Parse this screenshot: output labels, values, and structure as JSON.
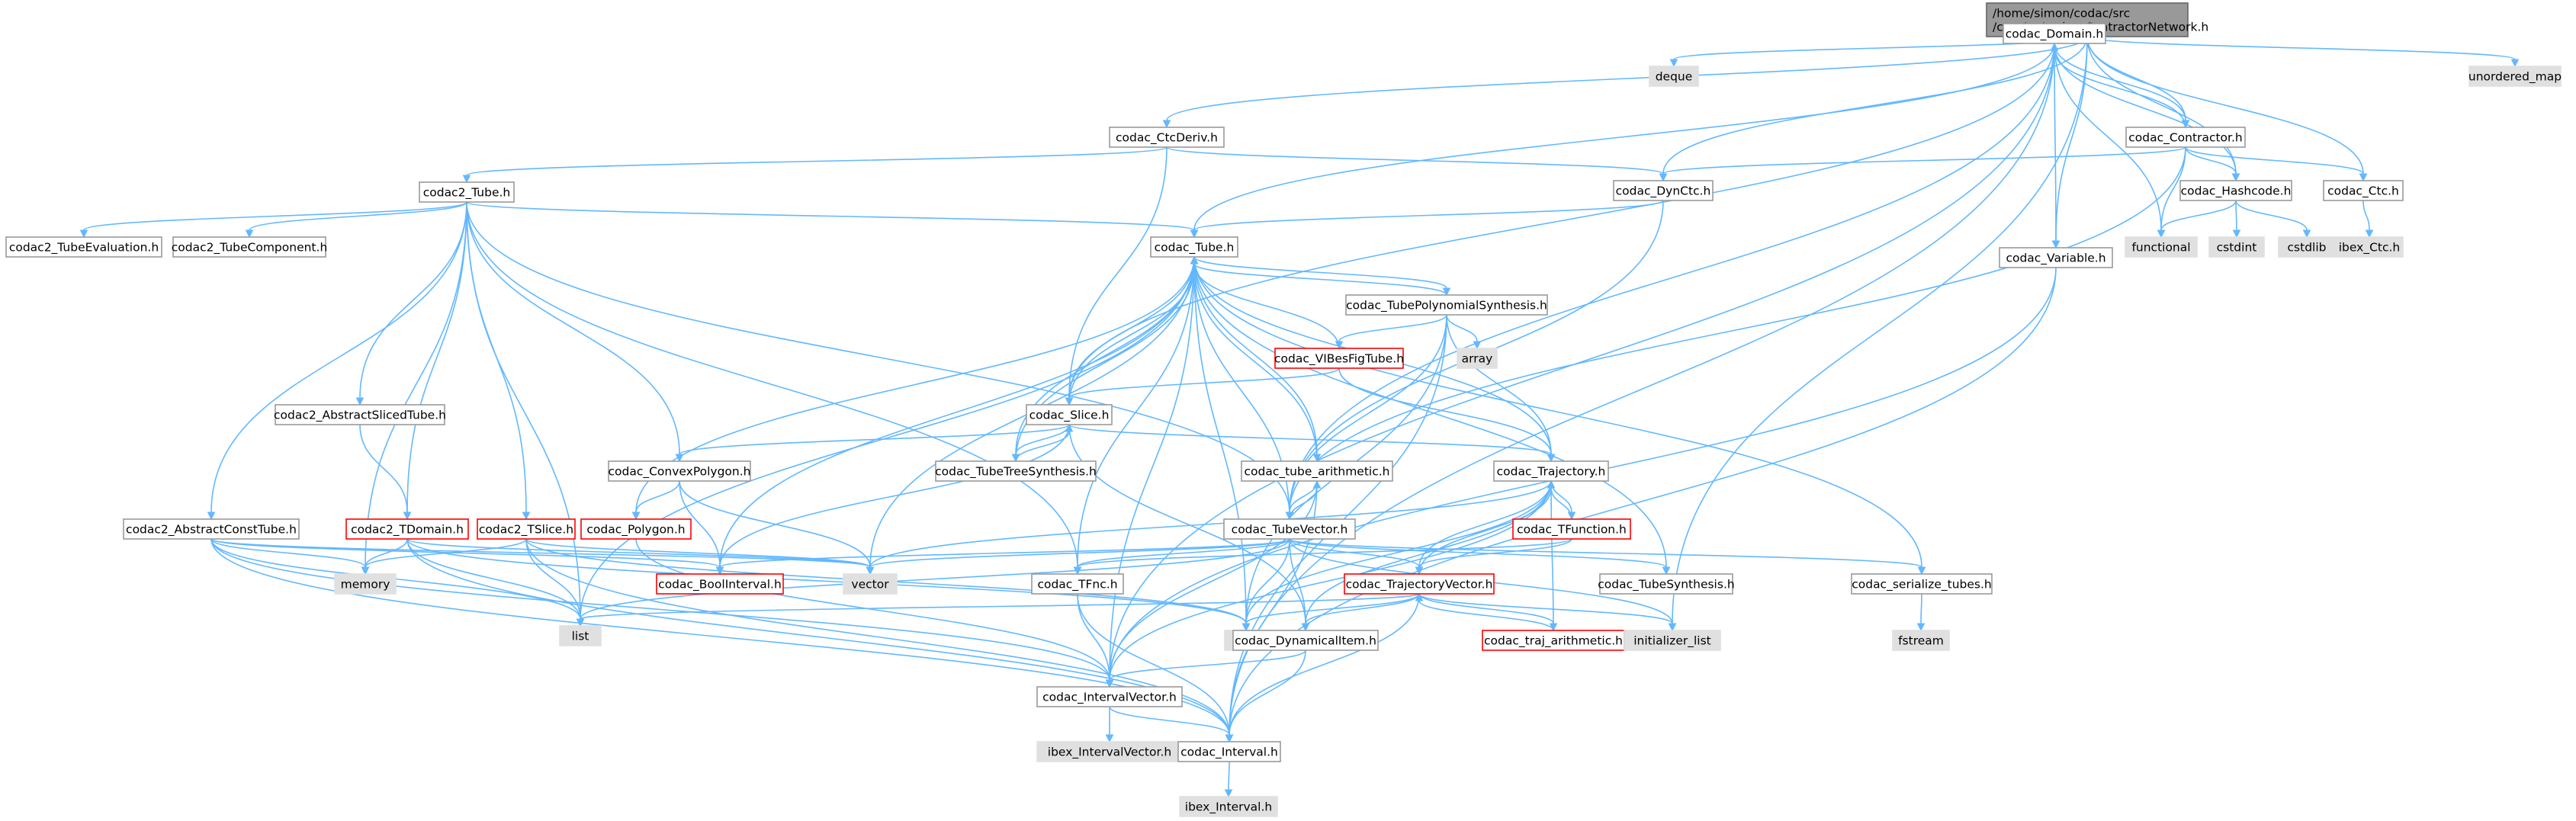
{
  "colors": {
    "node_fill": "#ffffff",
    "node_border": "#999999",
    "root_fill": "#999999",
    "root_border": "#666666",
    "external_fill": "#e0e0e0",
    "external_border": "#e0e0e0",
    "highlight_border": "#ff0000",
    "edge": "#63b8ff"
  },
  "nodes": [
    {
      "id": "root",
      "lines": [
        "/home/simon/codac/src",
        "/core/cn/codac_ContractorNetwork.h"
      ],
      "kind": "root"
    },
    {
      "id": "deque",
      "lines": [
        "deque"
      ],
      "kind": "external"
    },
    {
      "id": "unordered_map",
      "lines": [
        "unordered_map"
      ],
      "kind": "external"
    },
    {
      "id": "domain",
      "lines": [
        "codac_Domain.h"
      ],
      "kind": "normal"
    },
    {
      "id": "ctcderiv",
      "lines": [
        "codac_CtcDeriv.h"
      ],
      "kind": "normal"
    },
    {
      "id": "contractor",
      "lines": [
        "codac_Contractor.h"
      ],
      "kind": "normal"
    },
    {
      "id": "dynctc",
      "lines": [
        "codac_DynCtc.h"
      ],
      "kind": "normal"
    },
    {
      "id": "hashcode",
      "lines": [
        "codac_Hashcode.h"
      ],
      "kind": "normal"
    },
    {
      "id": "ctc",
      "lines": [
        "codac_Ctc.h"
      ],
      "kind": "normal"
    },
    {
      "id": "tube2",
      "lines": [
        "codac2_Tube.h"
      ],
      "kind": "normal"
    },
    {
      "id": "tubeeval",
      "lines": [
        "codac2_TubeEvaluation.h"
      ],
      "kind": "normal"
    },
    {
      "id": "tubecomp",
      "lines": [
        "codac2_TubeComponent.h"
      ],
      "kind": "normal"
    },
    {
      "id": "tube",
      "lines": [
        "codac_Tube.h"
      ],
      "kind": "normal"
    },
    {
      "id": "functional",
      "lines": [
        "functional"
      ],
      "kind": "external"
    },
    {
      "id": "cstdint",
      "lines": [
        "cstdint"
      ],
      "kind": "external"
    },
    {
      "id": "cstdlib",
      "lines": [
        "cstdlib"
      ],
      "kind": "external"
    },
    {
      "id": "ibexctc",
      "lines": [
        "ibex_Ctc.h"
      ],
      "kind": "external"
    },
    {
      "id": "variable",
      "lines": [
        "codac_Variable.h"
      ],
      "kind": "normal"
    },
    {
      "id": "tubepoly",
      "lines": [
        "codac_TubePolynomialSynthesis.h"
      ],
      "kind": "normal"
    },
    {
      "id": "array",
      "lines": [
        "array"
      ],
      "kind": "external"
    },
    {
      "id": "vibes",
      "lines": [
        "codac_VIBesFigTube.h"
      ],
      "kind": "highlight"
    },
    {
      "id": "abssliced",
      "lines": [
        "codac2_AbstractSlicedTube.h"
      ],
      "kind": "normal"
    },
    {
      "id": "slice",
      "lines": [
        "codac_Slice.h"
      ],
      "kind": "normal"
    },
    {
      "id": "tubetree",
      "lines": [
        "codac_TubeTreeSynthesis.h"
      ],
      "kind": "normal"
    },
    {
      "id": "convex",
      "lines": [
        "codac_ConvexPolygon.h"
      ],
      "kind": "normal"
    },
    {
      "id": "tubearith",
      "lines": [
        "codac_tube_arithmetic.h"
      ],
      "kind": "normal"
    },
    {
      "id": "trajectory",
      "lines": [
        "codac_Trajectory.h"
      ],
      "kind": "normal"
    },
    {
      "id": "absconst",
      "lines": [
        "codac2_AbstractConstTube.h"
      ],
      "kind": "normal"
    },
    {
      "id": "tdomain",
      "lines": [
        "codac2_TDomain.h"
      ],
      "kind": "highlight"
    },
    {
      "id": "tslice",
      "lines": [
        "codac2_TSlice.h"
      ],
      "kind": "highlight"
    },
    {
      "id": "polygon",
      "lines": [
        "codac_Polygon.h"
      ],
      "kind": "highlight"
    },
    {
      "id": "tubevector",
      "lines": [
        "codac_TubeVector.h"
      ],
      "kind": "normal"
    },
    {
      "id": "tfunction",
      "lines": [
        "codac_TFunction.h"
      ],
      "kind": "highlight"
    },
    {
      "id": "memory",
      "lines": [
        "memory"
      ],
      "kind": "external"
    },
    {
      "id": "boolinterval",
      "lines": [
        "codac_BoolInterval.h"
      ],
      "kind": "highlight"
    },
    {
      "id": "vector",
      "lines": [
        "vector"
      ],
      "kind": "external"
    },
    {
      "id": "tfnc",
      "lines": [
        "codac_TFnc.h"
      ],
      "kind": "normal"
    },
    {
      "id": "trajvector",
      "lines": [
        "codac_TrajectoryVector.h"
      ],
      "kind": "highlight"
    },
    {
      "id": "tubesynth",
      "lines": [
        "codac_TubeSynthesis.h"
      ],
      "kind": "normal"
    },
    {
      "id": "serialize",
      "lines": [
        "codac_serialize_tubes.h"
      ],
      "kind": "normal"
    },
    {
      "id": "list",
      "lines": [
        "list"
      ],
      "kind": "external"
    },
    {
      "id": "map",
      "lines": [
        "map"
      ],
      "kind": "external"
    },
    {
      "id": "dynitem",
      "lines": [
        "codac_DynamicalItem.h"
      ],
      "kind": "normal"
    },
    {
      "id": "trajarith",
      "lines": [
        "codac_traj_arithmetic.h"
      ],
      "kind": "highlight"
    },
    {
      "id": "initlist",
      "lines": [
        "initializer_list"
      ],
      "kind": "external"
    },
    {
      "id": "fstream",
      "lines": [
        "fstream"
      ],
      "kind": "external"
    },
    {
      "id": "intervalvector",
      "lines": [
        "codac_IntervalVector.h"
      ],
      "kind": "normal"
    },
    {
      "id": "ibexiv",
      "lines": [
        "ibex_IntervalVector.h"
      ],
      "kind": "external"
    },
    {
      "id": "interval",
      "lines": [
        "codac_Interval.h"
      ],
      "kind": "normal"
    },
    {
      "id": "ibexinterval",
      "lines": [
        "ibex_Interval.h"
      ],
      "kind": "external"
    }
  ],
  "edges": [
    [
      "root",
      "deque"
    ],
    [
      "root",
      "unordered_map"
    ],
    [
      "root",
      "domain"
    ],
    [
      "root",
      "ctcderiv"
    ],
    [
      "root",
      "contractor"
    ],
    [
      "root",
      "dynctc"
    ],
    [
      "root",
      "hashcode"
    ],
    [
      "root",
      "ctc"
    ],
    [
      "root",
      "variable"
    ],
    [
      "root",
      "initlist"
    ],
    [
      "domain",
      "contractor"
    ],
    [
      "domain",
      "hashcode"
    ],
    [
      "domain",
      "functional"
    ],
    [
      "domain",
      "tube"
    ],
    [
      "domain",
      "slice"
    ],
    [
      "domain",
      "variable"
    ],
    [
      "domain",
      "tubevector"
    ],
    [
      "domain",
      "intervalvector"
    ],
    [
      "domain",
      "interval"
    ],
    [
      "contractor",
      "domain"
    ],
    [
      "contractor",
      "dynctc"
    ],
    [
      "contractor",
      "hashcode"
    ],
    [
      "contractor",
      "ctc"
    ],
    [
      "contractor",
      "functional"
    ],
    [
      "contractor",
      "tubevector"
    ],
    [
      "hashcode",
      "functional"
    ],
    [
      "hashcode",
      "cstdint"
    ],
    [
      "hashcode",
      "cstdlib"
    ],
    [
      "ctc",
      "ibexctc"
    ],
    [
      "variable",
      "intervalvector"
    ],
    [
      "variable",
      "interval"
    ],
    [
      "ctcderiv",
      "tube2"
    ],
    [
      "ctcderiv",
      "dynctc"
    ],
    [
      "ctcderiv",
      "slice"
    ],
    [
      "dynctc",
      "tube"
    ],
    [
      "dynctc",
      "tubevector"
    ],
    [
      "tube2",
      "tubeeval"
    ],
    [
      "tube2",
      "tubecomp"
    ],
    [
      "tube2",
      "tube"
    ],
    [
      "tube2",
      "abssliced"
    ],
    [
      "tube2",
      "absconst"
    ],
    [
      "tube2",
      "tdomain"
    ],
    [
      "tube2",
      "tslice"
    ],
    [
      "tube2",
      "memory"
    ],
    [
      "tube2",
      "list"
    ],
    [
      "tube2",
      "tfnc"
    ],
    [
      "tube2",
      "tubevector"
    ],
    [
      "tube2",
      "convex"
    ],
    [
      "tube",
      "tubepoly"
    ],
    [
      "tube",
      "slice"
    ],
    [
      "tube",
      "tubetree"
    ],
    [
      "tube",
      "tubearith"
    ],
    [
      "tube",
      "trajectory"
    ],
    [
      "tube",
      "polygon"
    ],
    [
      "tube",
      "boolinterval"
    ],
    [
      "tube",
      "vector"
    ],
    [
      "tube",
      "list"
    ],
    [
      "tube",
      "tfnc"
    ],
    [
      "tube",
      "map"
    ],
    [
      "tube",
      "tubesynth"
    ],
    [
      "tube",
      "serialize"
    ],
    [
      "tube",
      "intervalvector"
    ],
    [
      "tubepoly",
      "tube"
    ],
    [
      "tubepoly",
      "array"
    ],
    [
      "tubepoly",
      "vibes"
    ],
    [
      "tubepoly",
      "trajectory"
    ],
    [
      "tubepoly",
      "tubevector"
    ],
    [
      "tubepoly",
      "map"
    ],
    [
      "tubepoly",
      "interval"
    ],
    [
      "vibes",
      "tube"
    ],
    [
      "vibes",
      "slice"
    ],
    [
      "vibes",
      "trajectory"
    ],
    [
      "slice",
      "tube"
    ],
    [
      "slice",
      "tubetree"
    ],
    [
      "slice",
      "convex"
    ],
    [
      "slice",
      "trajectory"
    ],
    [
      "slice",
      "boolinterval"
    ],
    [
      "slice",
      "dynitem"
    ],
    [
      "tubetree",
      "tube"
    ],
    [
      "tubetree",
      "slice"
    ],
    [
      "tubearith",
      "tube"
    ],
    [
      "tubearith",
      "tubevector"
    ],
    [
      "tubearith",
      "intervalvector"
    ],
    [
      "tubearith",
      "interval"
    ],
    [
      "convex",
      "polygon"
    ],
    [
      "convex",
      "vector"
    ],
    [
      "convex",
      "boolinterval"
    ],
    [
      "polygon",
      "intervalvector"
    ],
    [
      "trajectory",
      "tfunction"
    ],
    [
      "trajectory",
      "trajvector"
    ],
    [
      "trajectory",
      "map"
    ],
    [
      "trajectory",
      "vector"
    ],
    [
      "trajectory",
      "dynitem"
    ],
    [
      "trajectory",
      "intervalvector"
    ],
    [
      "tfunction",
      "trajectory"
    ],
    [
      "tfunction",
      "trajvector"
    ],
    [
      "tfunction",
      "tfnc"
    ],
    [
      "tubevector",
      "tubearith"
    ],
    [
      "tubevector",
      "trajvector"
    ],
    [
      "tubevector",
      "tubesynth"
    ],
    [
      "tubevector",
      "serialize"
    ],
    [
      "tubevector",
      "vector"
    ],
    [
      "tubevector",
      "boolinterval"
    ],
    [
      "tubevector",
      "map"
    ],
    [
      "tubevector",
      "list"
    ],
    [
      "tubevector",
      "tfnc"
    ],
    [
      "tubevector",
      "dynitem"
    ],
    [
      "tubevector",
      "initlist"
    ],
    [
      "tubevector",
      "tube"
    ],
    [
      "absconst",
      "memory"
    ],
    [
      "absconst",
      "list"
    ],
    [
      "absconst",
      "vector"
    ],
    [
      "absconst",
      "boolinterval"
    ],
    [
      "absconst",
      "intervalvector"
    ],
    [
      "absconst",
      "interval"
    ],
    [
      "abssliced",
      "tdomain"
    ],
    [
      "tdomain",
      "memory"
    ],
    [
      "tdomain",
      "list"
    ],
    [
      "tdomain",
      "vector"
    ],
    [
      "tdomain",
      "map"
    ],
    [
      "tdomain",
      "interval"
    ],
    [
      "tslice",
      "memory"
    ],
    [
      "tslice",
      "list"
    ],
    [
      "tslice",
      "vector"
    ],
    [
      "tslice",
      "map"
    ],
    [
      "tslice",
      "interval"
    ],
    [
      "tfnc",
      "intervalvector"
    ],
    [
      "tfnc",
      "interval"
    ],
    [
      "trajvector",
      "trajectory"
    ],
    [
      "trajvector",
      "trajarith"
    ],
    [
      "trajvector",
      "initlist"
    ],
    [
      "trajvector",
      "map"
    ],
    [
      "trajvector",
      "list"
    ],
    [
      "trajvector",
      "dynitem"
    ],
    [
      "trajvector",
      "interval"
    ],
    [
      "trajarith",
      "trajectory"
    ],
    [
      "trajarith",
      "trajvector"
    ],
    [
      "serialize",
      "fstream"
    ],
    [
      "dynitem",
      "intervalvector"
    ],
    [
      "dynitem",
      "interval"
    ],
    [
      "intervalvector",
      "ibexiv"
    ],
    [
      "intervalvector",
      "interval"
    ],
    [
      "interval",
      "ibexinterval"
    ]
  ]
}
